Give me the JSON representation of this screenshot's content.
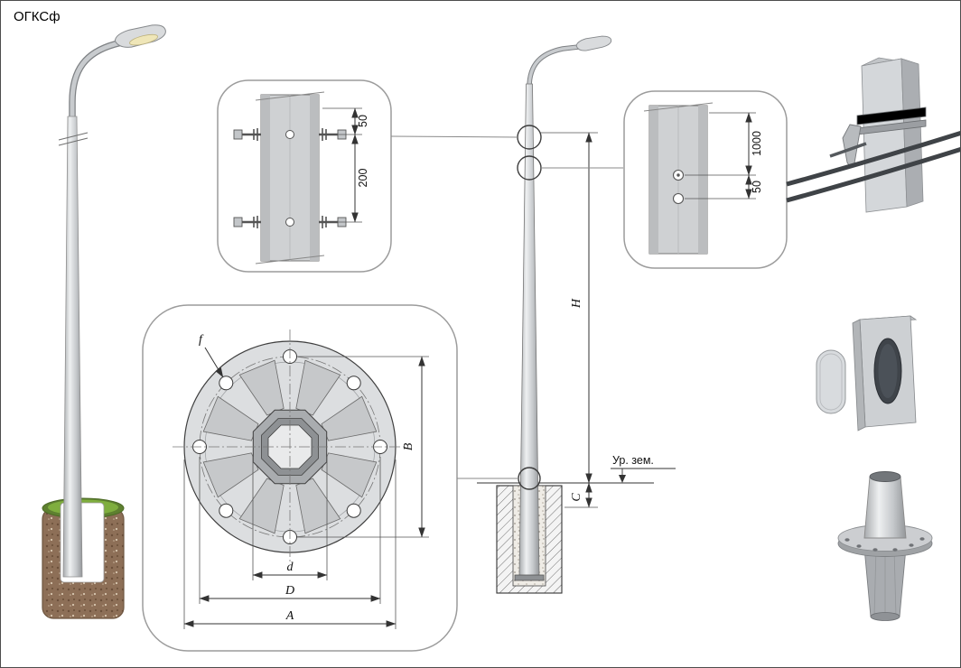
{
  "title": "ОГКСф",
  "clamp_detail": {
    "dim_offset": "50",
    "dim_spacing": "200"
  },
  "hook_detail": {
    "dim_height": "1000",
    "dim_offset": "50"
  },
  "flange_detail": {
    "dim_hole": "f",
    "dim_width": "B",
    "dim_inner": "d",
    "dim_bolt_circle": "D",
    "dim_outer": "A"
  },
  "elevation": {
    "dim_height": "H",
    "dim_depth": "C",
    "ground_label": "Ур. зем."
  },
  "colors": {
    "metal": "#cfd1d3",
    "soil": "#8d6f57",
    "grass": "#7fae3e",
    "line": "#333333"
  }
}
